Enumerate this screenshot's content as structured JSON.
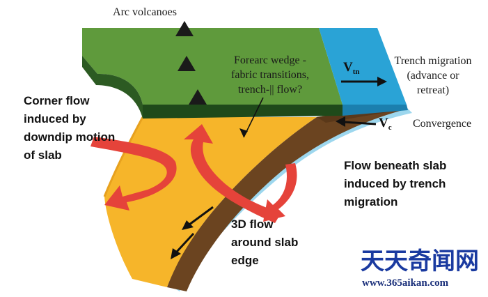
{
  "labels": {
    "arc_volcanoes": "Arc volcanoes",
    "forearc": [
      "Forearc wedge -",
      "fabric transitions,",
      "trench-|| flow?"
    ],
    "trench_migration": [
      "Trench migration",
      "(advance or",
      "retreat)"
    ],
    "convergence": "Convergence",
    "v_tn_main": "V",
    "v_tn_sub": "tn",
    "v_c_main": "V",
    "v_c_sub": "c",
    "corner_flow": [
      "Corner flow",
      "induced by",
      "downdip motion",
      "of slab"
    ],
    "flow_beneath": [
      "Flow beneath slab",
      "induced by trench",
      "migration"
    ],
    "flow_3d": [
      "3D flow",
      "around slab",
      "edge"
    ]
  },
  "watermark": {
    "chinese": "天天奇闻网",
    "url": "www.365aikan.com"
  },
  "colors": {
    "plate_top": "#5f9a3c",
    "plate_edge": "#1f4a1a",
    "trench_blue": "#2aa3d6",
    "slab_brown": "#6b4420",
    "mantle_orange": "#f6b52a",
    "mantle_edge": "#e7a11e",
    "flow_red": "#e5433a",
    "halo_blue": "#9dd7ee"
  }
}
